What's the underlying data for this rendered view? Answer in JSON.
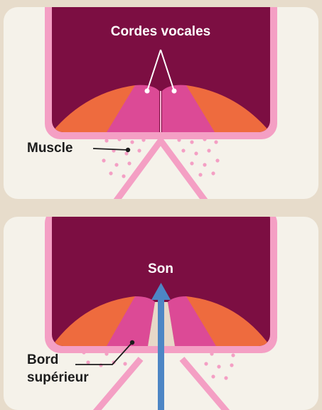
{
  "colors": {
    "page_bg": "#e7dccb",
    "panel_bg": "#f5f2ea",
    "cavity": "#7c0e42",
    "frame": "#f49fc4",
    "vocal_cord_inner": "#dc4a96",
    "muscle": "#ee6b3e",
    "dots": "#f49fc4",
    "air_arrow": "#4d86c5",
    "label_light": "#ffffff",
    "label_dark": "#1c1c1c"
  },
  "top_panel": {
    "label_vocal_cords": "Cordes vocales",
    "label_muscle": "Muscle"
  },
  "bottom_panel": {
    "label_sound": "Son",
    "label_upper_edge_line1": "Bord",
    "label_upper_edge_line2": "supérieur"
  }
}
